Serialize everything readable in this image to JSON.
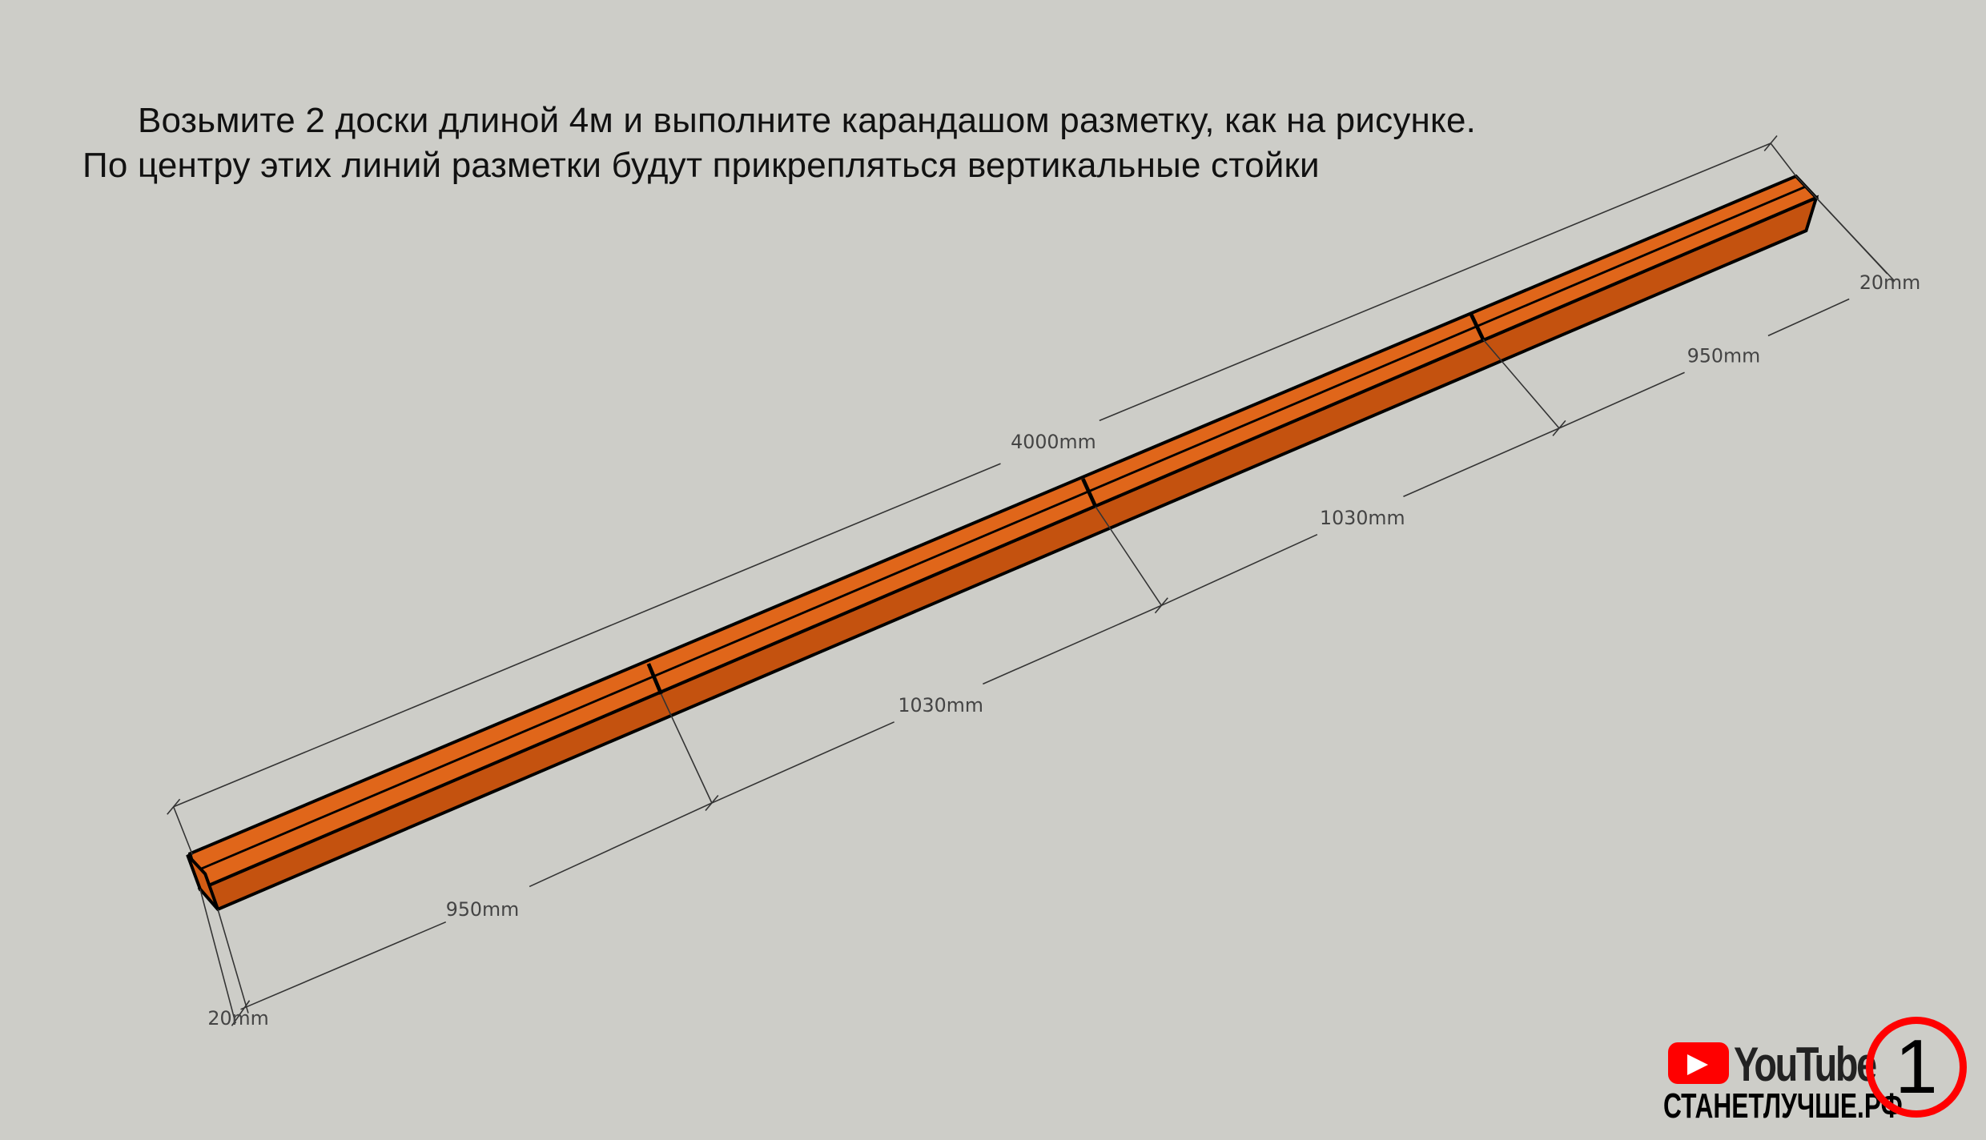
{
  "instructions": {
    "line1": "Возьмите 2 доски длиной 4м и выполните карандашом разметку, как на рисунке.",
    "line2": "По центру этих линий разметки будут прикрепляться вертикальные стойки"
  },
  "dimensions": {
    "total": "4000mm",
    "seg1": "950mm",
    "seg2": "1030mm",
    "seg3": "1030mm",
    "seg4": "950mm",
    "width_left": "20mm",
    "width_right": "20mm"
  },
  "colors": {
    "wood_top": "#e0661a",
    "wood_side": "#c4520f",
    "logo_red": "#ff0000"
  },
  "logo": {
    "brand": "YouTube",
    "site": "СТАНЕТЛУЧШЕ.РФ",
    "number": "1"
  }
}
